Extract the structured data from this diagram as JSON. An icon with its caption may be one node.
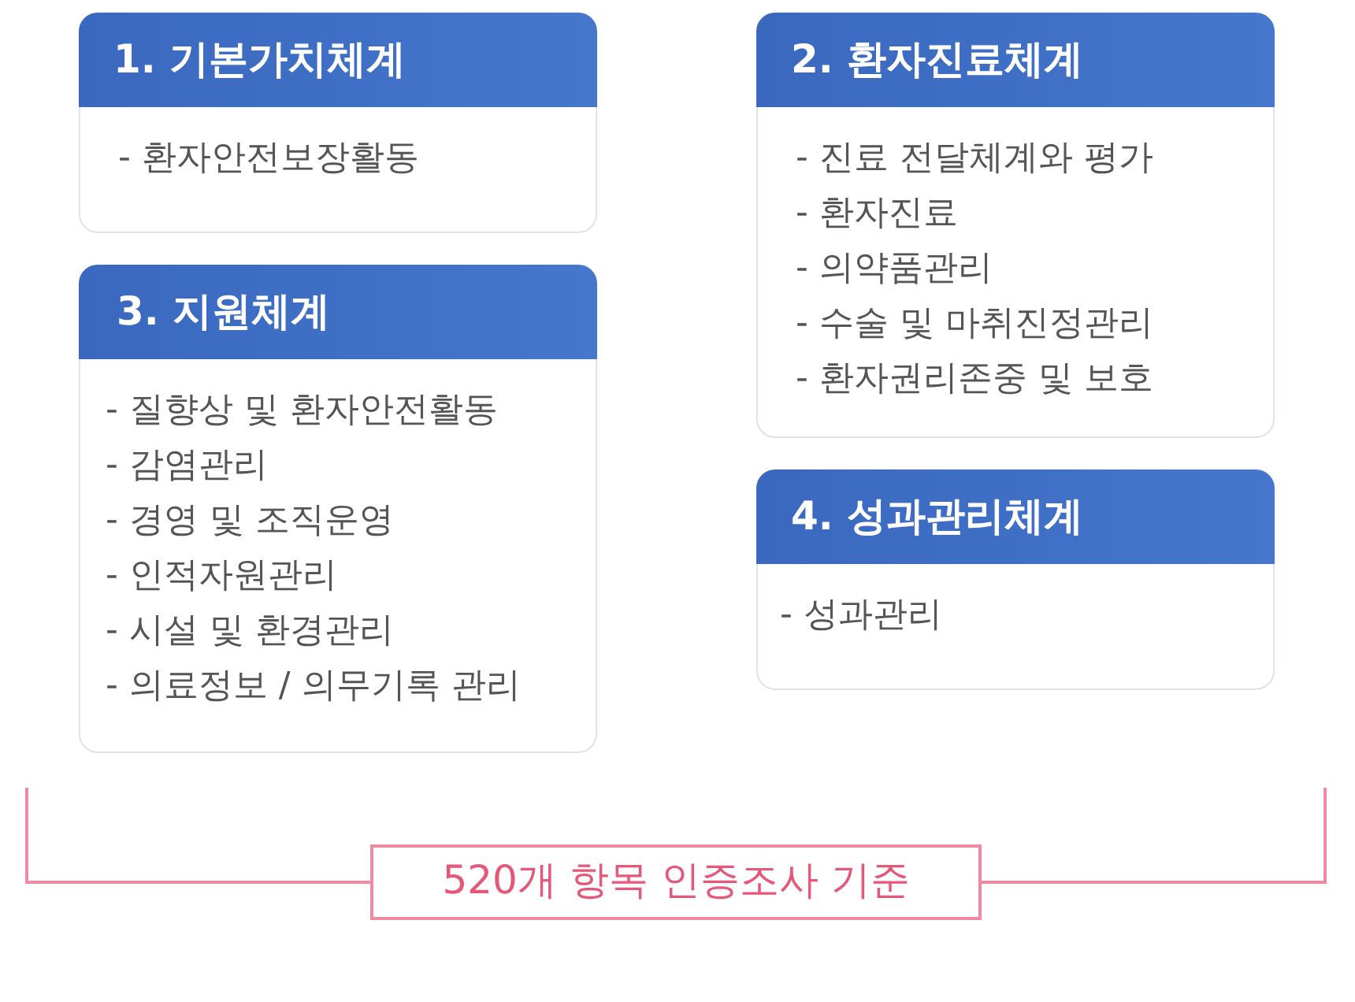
{
  "diagram": {
    "nodes": [
      {
        "text": [
          "1. 기본가치체계",
          "- 환자안전보장활동"
        ]
      },
      {
        "text": [
          "2. 환자진료체계",
          "- 진료 전달체계와 평가",
          "- 환자진료",
          "- 의약품관리",
          "- 수술 및 마취진정관리",
          "- 환자권리존중 및 보호"
        ]
      },
      {
        "text": [
          "3. 지원체계",
          "- 질향상 및 환자안전활동",
          "- 감염관리",
          "- 경영 및 조직운영",
          "- 인적자원관리",
          "- 시설 및 환경관리",
          "- 의료정보 / 의무기록 관리"
        ]
      },
      {
        "text": [
          "4. 성과관리체계",
          "- 성과관리"
        ]
      },
      {
        "text": [
          "520개 항목 인증조사 기준"
        ]
      }
    ]
  }
}
